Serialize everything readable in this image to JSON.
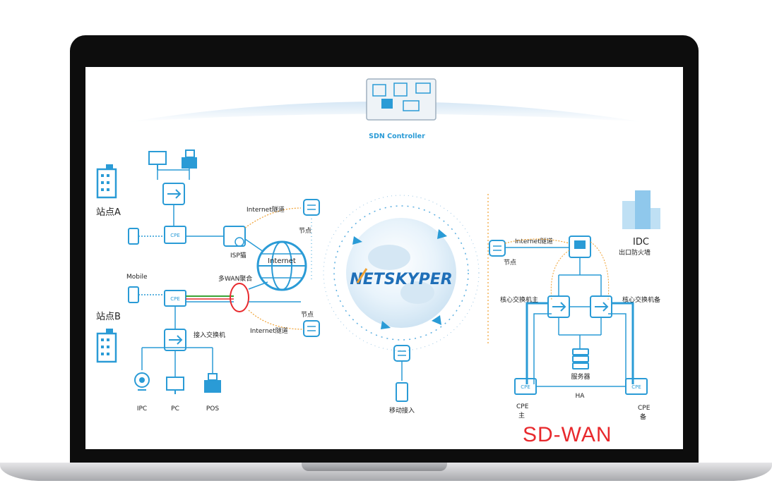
{
  "controller": {
    "label": "SDN Controller"
  },
  "brand": {
    "logo_text": "NETSKYPER"
  },
  "network": {
    "site_a": "站点A",
    "site_b": "站点B",
    "cpe": "CPE",
    "isp_modem": "ISP猫",
    "internet": "Internet",
    "internet_tunnel": "Internet隧道",
    "node": "节点",
    "mobile": "Mobile",
    "multi_wan": "多WAN聚合",
    "access_switch": "接入交换机",
    "ipc": "IPC",
    "pc": "PC",
    "pos": "POS",
    "mobile_access": "移动接入",
    "idc": "IDC",
    "egress_firewall": "出口防火墙",
    "core_switch_main": "核心交换机主",
    "core_switch_backup": "核心交换机备",
    "server": "服务器",
    "ha": "HA",
    "cpe_main_1": "CPE",
    "cpe_main_2": "主",
    "cpe_backup_1": "CPE",
    "cpe_backup_2": "备"
  },
  "footer": {
    "title": "SD-WAN"
  },
  "colors": {
    "accent": "#2a9bd6",
    "tunnel": "#f0a030",
    "highlight": "#e8292d",
    "link_green": "#3aa335"
  }
}
